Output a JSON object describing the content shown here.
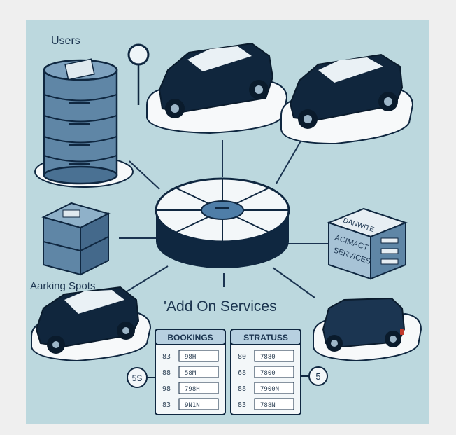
{
  "labels": {
    "users": "Users",
    "parking_spots": "Aarking Spots",
    "add_on": "'Add On Services",
    "bookings": "BOOKINGS",
    "status": "STRATUSS",
    "services_box_top": "DANWITE",
    "services_box_mid": "ACIMACT",
    "services_box_bot": "SERVICES",
    "left_badge": "5S",
    "right_badge": "5"
  },
  "bookings_rows": [
    {
      "id": "83",
      "val": "98H"
    },
    {
      "id": "88",
      "val": "58M"
    },
    {
      "id": "98",
      "val": "798H"
    },
    {
      "id": "83",
      "val": "9N1N"
    }
  ],
  "status_rows": [
    {
      "id": "80",
      "val": "7880"
    },
    {
      "id": "68",
      "val": "7800"
    },
    {
      "id": "88",
      "val": "7900N"
    },
    {
      "id": "83",
      "val": "788N"
    }
  ],
  "colors": {
    "panel": "#bcd8de",
    "frame": "#efefef",
    "navy": "#0f2740",
    "steel": "#5f86a6",
    "platform": "#f7f9fa",
    "hub_blue": "#4f7ea8"
  }
}
